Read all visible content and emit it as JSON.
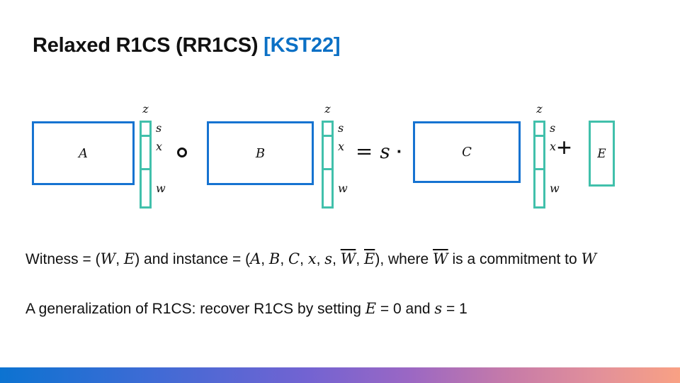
{
  "title": {
    "main": "Relaxed R1CS (RR1CS) ",
    "cite": "[KST22]"
  },
  "colors": {
    "matrix_border_blue": "#1673D1",
    "vector_border_teal": "#41C0AB",
    "cite_blue": "#0B70C5",
    "footer_gradient_left": "#0C73D1",
    "footer_gradient_mid": "#7263D2",
    "footer_gradient_right": "#F9A184"
  },
  "diagram": {
    "matrix_a": "A",
    "matrix_b": "B",
    "matrix_c": "C",
    "vector": {
      "top": "z",
      "seg1": "s",
      "seg2": "x",
      "seg3": "w"
    },
    "error_label": "E",
    "op_hadamard": "∘",
    "op_equals": "=",
    "op_scalar": "s",
    "op_dot": "·",
    "op_plus": "+"
  },
  "body": {
    "line1": [
      {
        "s": "p",
        "t": "Witness = ("
      },
      {
        "s": "m",
        "t": "W"
      },
      {
        "s": "p",
        "t": ", "
      },
      {
        "s": "m",
        "t": "E"
      },
      {
        "s": "p",
        "t": ") and instance = ("
      },
      {
        "s": "m",
        "t": "A"
      },
      {
        "s": "p",
        "t": ", "
      },
      {
        "s": "m",
        "t": "B"
      },
      {
        "s": "p",
        "t": ", "
      },
      {
        "s": "m",
        "t": "C"
      },
      {
        "s": "p",
        "t": ", "
      },
      {
        "s": "m",
        "t": "x"
      },
      {
        "s": "p",
        "t": ", "
      },
      {
        "s": "m",
        "t": "s"
      },
      {
        "s": "p",
        "t": ", "
      },
      {
        "s": "mo",
        "t": "W"
      },
      {
        "s": "p",
        "t": ", "
      },
      {
        "s": "mo",
        "t": "E"
      },
      {
        "s": "p",
        "t": "), where "
      },
      {
        "s": "mo",
        "t": "W"
      },
      {
        "s": "p",
        "t": " is a commitment to "
      },
      {
        "s": "m",
        "t": "W"
      }
    ],
    "line2": [
      {
        "s": "p",
        "t": "A generalization of R1CS: recover R1CS by setting "
      },
      {
        "s": "m",
        "t": "E"
      },
      {
        "s": "p",
        "t": " = 0 and "
      },
      {
        "s": "m",
        "t": "s"
      },
      {
        "s": "p",
        "t": " = 1"
      }
    ]
  }
}
